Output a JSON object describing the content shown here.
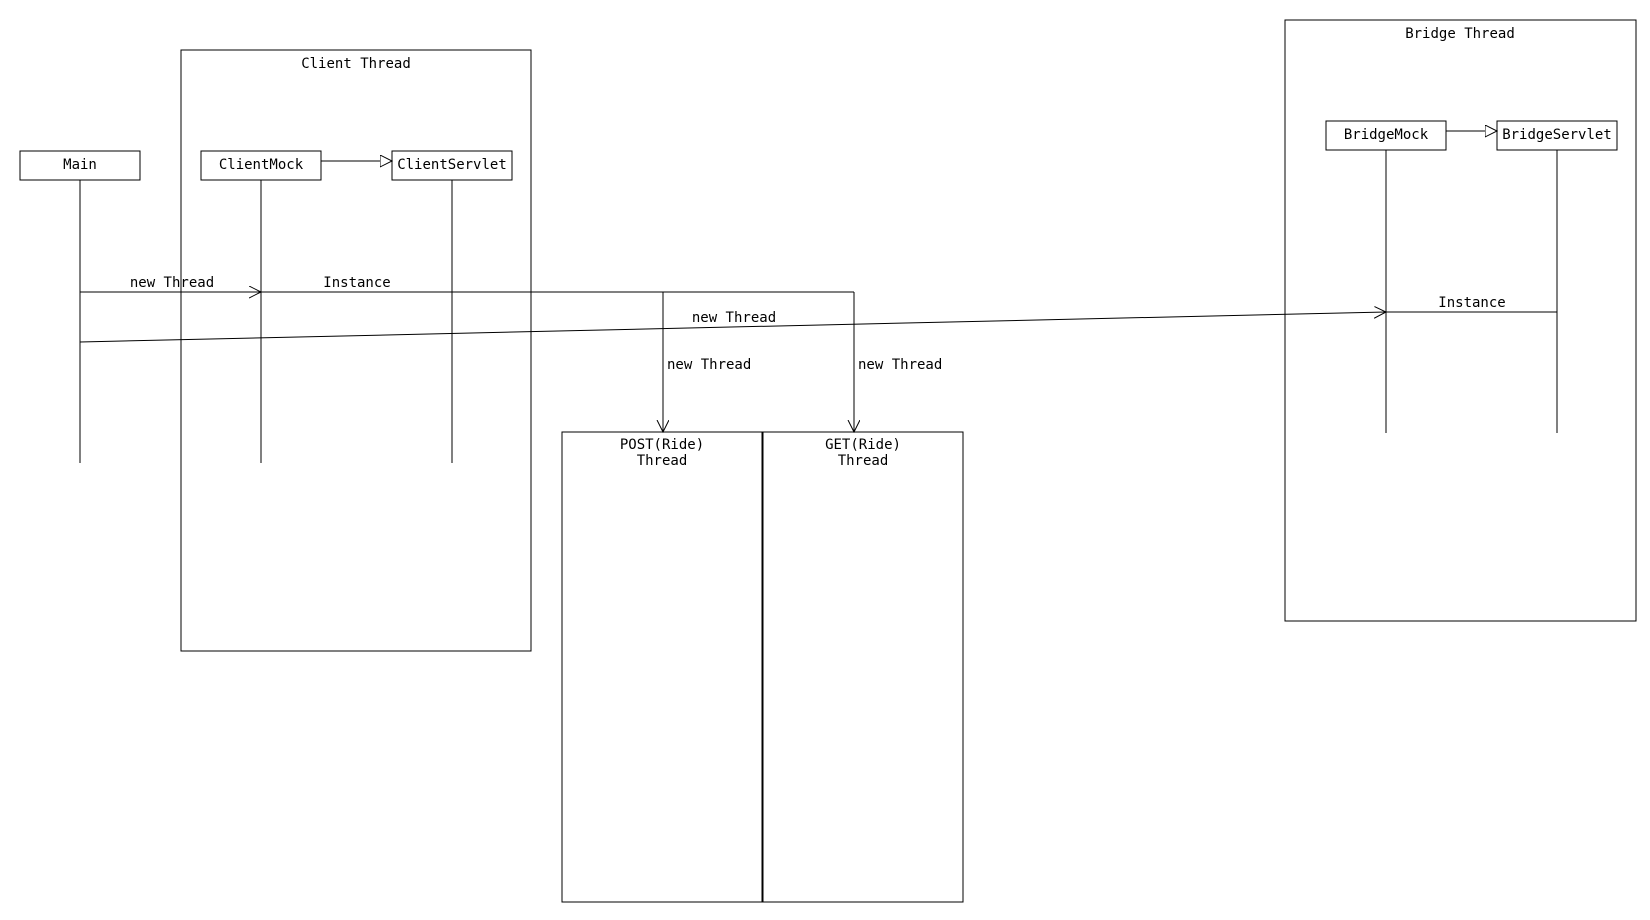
{
  "colors": {
    "stroke": "#000000",
    "background": "#ffffff",
    "text": "#000000"
  },
  "frames": {
    "client_thread": "Client Thread",
    "bridge_thread": "Bridge Thread",
    "post_thread_line1": "POST(Ride)",
    "post_thread_line2": "Thread",
    "get_thread_line1": "GET(Ride)",
    "get_thread_line2": "Thread"
  },
  "participants": {
    "main": "Main",
    "client_mock": "ClientMock",
    "client_servlet": "ClientServlet",
    "bridge_mock": "BridgeMock",
    "bridge_servlet": "BridgeServlet"
  },
  "messages": {
    "main_to_client_mock": "new Thread",
    "client_instance": "Instance",
    "main_to_bridge_mock": "new Thread",
    "to_post_thread": "new Thread",
    "to_get_thread": "new Thread",
    "bridge_instance": "Instance"
  }
}
